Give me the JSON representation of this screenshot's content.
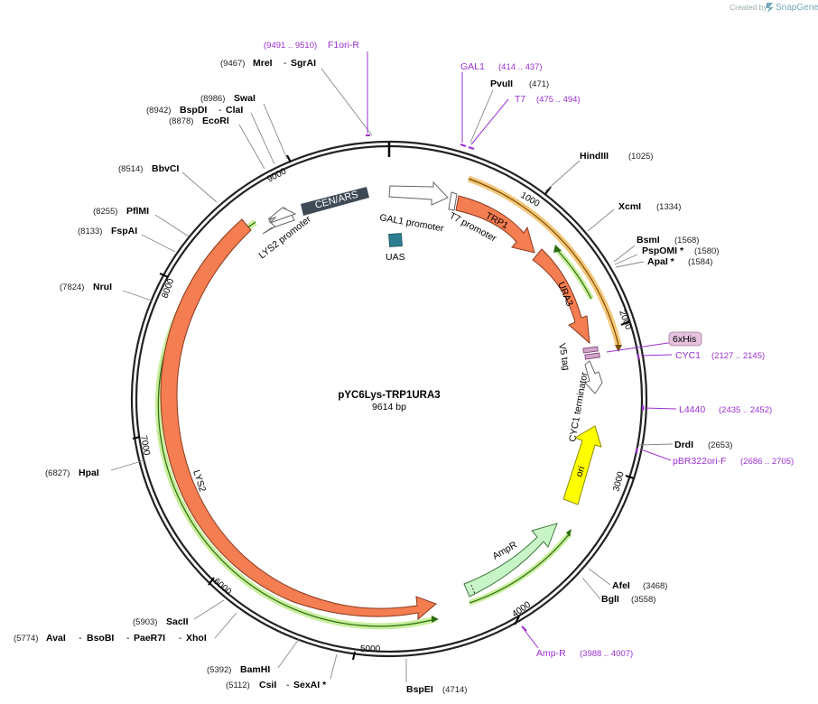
{
  "watermark": {
    "prefix": "Created by",
    "product": "SnapGene"
  },
  "plasmid": {
    "name": "pYC6Lys-TRP1URA3",
    "size_label": "9614 bp"
  },
  "ticks": [
    "1000",
    "2000",
    "3000",
    "4000",
    "5000",
    "6000",
    "7000",
    "8000",
    "9000"
  ],
  "features": {
    "cen_ars": "CEN/ARS",
    "gal1_promoter": "GAL1 promoter",
    "t7_promoter": "T7 promoter",
    "trp1": "TRP1",
    "ura3": "URA3",
    "uas": "UAS",
    "lys2_promoter": "LYS2 promoter",
    "lys2": "LYS2",
    "v5_tag": "V5 tag",
    "cyc1_terminator": "CYC1 terminator",
    "ori": "ori",
    "ampr": "AmpR",
    "his_tag": "6xHis"
  },
  "enzymes": [
    {
      "id": "mrei-sgrai",
      "pos": "(9467)",
      "name": "MreI",
      "sep": "-",
      "name2": "SgrAI"
    },
    {
      "id": "swai",
      "pos": "(8986)",
      "name": "SwaI"
    },
    {
      "id": "bspdi-clai",
      "pos": "(8942)",
      "name": "BspDI",
      "sep": "-",
      "name2": "ClaI"
    },
    {
      "id": "ecori",
      "pos": "(8878)",
      "name": "EcoRI"
    },
    {
      "id": "bbvci",
      "pos": "(8514)",
      "name": "BbvCI"
    },
    {
      "id": "pflmi",
      "pos": "(8255)",
      "name": "PflMI"
    },
    {
      "id": "fspai",
      "pos": "(8133)",
      "name": "FspAI"
    },
    {
      "id": "nrui",
      "pos": "(7824)",
      "name": "NruI"
    },
    {
      "id": "hpai",
      "pos": "(6827)",
      "name": "HpaI"
    },
    {
      "id": "sacii",
      "pos": "(5903)",
      "name": "SacII"
    },
    {
      "id": "avai-group",
      "pos": "(5774)",
      "name": "AvaI",
      "name2": "BsoBI",
      "name3": "PaeR7I",
      "name4": "XhoI",
      "sep": "-"
    },
    {
      "id": "bamhi",
      "pos": "(5392)",
      "name": "BamHI"
    },
    {
      "id": "csii-sexai",
      "pos": "(5112)",
      "name": "CsiI",
      "sep": "-",
      "name2": "SexAI *"
    },
    {
      "id": "bspei",
      "name": "BspEI",
      "pos": "(4714)"
    },
    {
      "id": "pvuii",
      "name": "PvuII",
      "pos": "(471)"
    },
    {
      "id": "hindiii",
      "name": "HindIII",
      "pos": "(1025)"
    },
    {
      "id": "xcmi",
      "name": "XcmI",
      "pos": "(1334)"
    },
    {
      "id": "bsmi",
      "name": "BsmI",
      "pos": "(1568)"
    },
    {
      "id": "pspomi",
      "name": "PspOMI *",
      "pos": "(1580)"
    },
    {
      "id": "apai",
      "name": "ApaI *",
      "pos": "(1584)"
    },
    {
      "id": "drdi",
      "name": "DrdI",
      "pos": "(2653)"
    },
    {
      "id": "afei",
      "name": "AfeI",
      "pos": "(3468)"
    },
    {
      "id": "bgli",
      "name": "BglI",
      "pos": "(3558)"
    }
  ],
  "primers": [
    {
      "id": "f1ori-r",
      "pos": "(9491 .. 9510)",
      "name": "F1ori-R"
    },
    {
      "id": "gal1",
      "name": "GAL1",
      "pos": "(414 .. 437)"
    },
    {
      "id": "t7",
      "name": "T7",
      "pos": "(475 .. 494)"
    },
    {
      "id": "cyc1",
      "name": "CYC1",
      "pos": "(2127 .. 2145)"
    },
    {
      "id": "l4440",
      "name": "L4440",
      "pos": "(2435 .. 2452)"
    },
    {
      "id": "pbr322ori-f",
      "name": "pBR322ori-F",
      "pos": "(2686 .. 2705)"
    },
    {
      "id": "amp-r",
      "name": "Amp-R",
      "pos": "(3988 .. 4007)"
    }
  ]
}
